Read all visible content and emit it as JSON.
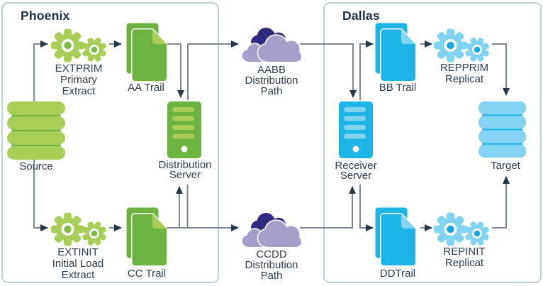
{
  "phoenix": {
    "title": "Phoenix",
    "source": {
      "label": "Source",
      "icon": "database-icon"
    },
    "primary_extract": {
      "lines": [
        "EXTPRIM",
        "Primary",
        "Extract"
      ],
      "icon": "gears-icon"
    },
    "aa_trail": {
      "label": "AA Trail",
      "icon": "trail-files-icon"
    },
    "distribution_server": {
      "lines": [
        "Distribution",
        "Server"
      ],
      "icon": "server-icon"
    },
    "initial_load_extract": {
      "lines": [
        "EXTINIT",
        "Initial Load",
        "Extract"
      ],
      "icon": "gears-icon"
    },
    "cc_trail": {
      "label": "CC Trail",
      "icon": "trail-files-icon"
    }
  },
  "network": {
    "aabb_path": {
      "lines": [
        "AABB",
        "Distribution",
        "Path"
      ],
      "icon": "clouds-icon"
    },
    "ccdd_path": {
      "lines": [
        "CCDD",
        "Distribution",
        "Path"
      ],
      "icon": "clouds-icon"
    }
  },
  "dallas": {
    "title": "Dallas",
    "bb_trail": {
      "label": "BB Trail",
      "icon": "trail-files-icon"
    },
    "primary_replicat": {
      "lines": [
        "REPPRIM",
        "Replicat"
      ],
      "icon": "gears-icon"
    },
    "receiver_server": {
      "lines": [
        "Receiver",
        "Server"
      ],
      "icon": "server-icon"
    },
    "target": {
      "label": "Target",
      "icon": "database-icon"
    },
    "dd_trail": {
      "label": "DDTrail",
      "icon": "trail-files-icon"
    },
    "initial_load_replicat": {
      "lines": [
        "REPINIT",
        "Replicat"
      ],
      "icon": "gears-icon"
    }
  },
  "colors": {
    "background": "#ffffff",
    "region_border": "#bad0dc",
    "title_text": "#1d3043",
    "label_text": "#2b3d4f",
    "connector": "#7b8894",
    "arrowhead": "#24384a",
    "green_light": "#a8ce58",
    "green_dark": "#6cb33f",
    "green_gear_dot": "#7cbb45",
    "cyan_light": "#82d2f1",
    "cyan_dark": "#1db4e8",
    "cyan_gear_dot": "#14a8e0",
    "cloud_purple": "#a79dcb",
    "cloud_navy": "#2f2b7f"
  }
}
